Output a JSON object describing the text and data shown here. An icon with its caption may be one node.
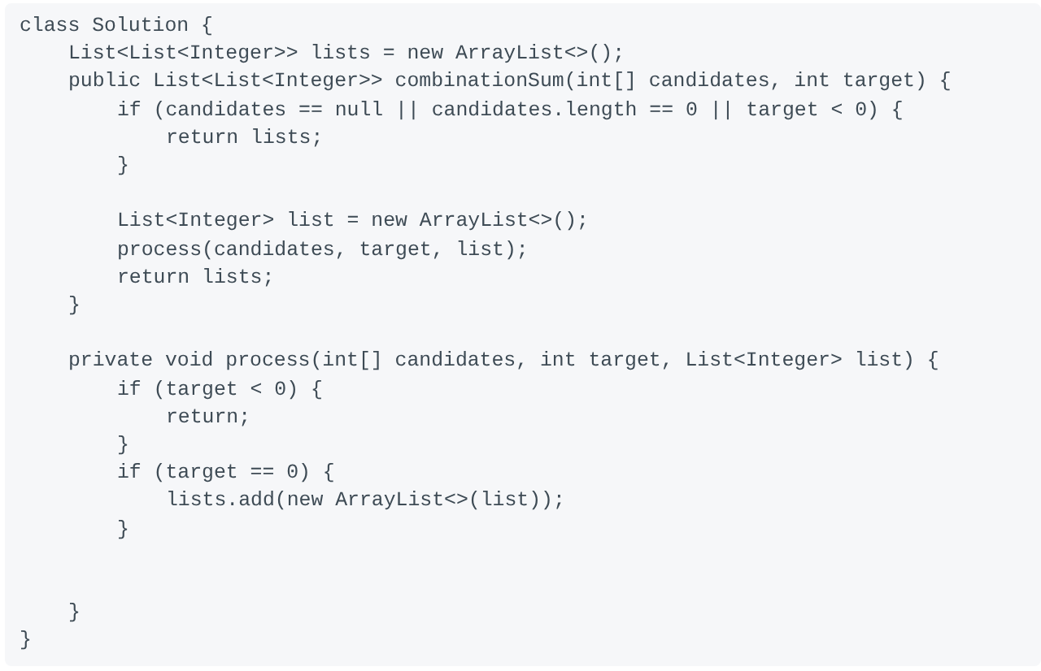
{
  "diagram": {
    "labels": [
      "class Solution {",
      "List<List<Integer>> lists = new ArrayList<>();",
      "public List<List<Integer>> combinationSum(int[] candidates, int target) {",
      "if (candidates == null || candidates.length == 0 || target < 0) {",
      "return lists;",
      "}",
      "List<Integer> list = new ArrayList<>();",
      "process(candidates, target, list);",
      "return lists;",
      "}",
      "private void process(int[] candidates, int target, List<Integer> list) {",
      "if (target < 0) {",
      "return;",
      "}",
      "if (target == 0) {",
      "lists.add(new ArrayList<>(list));",
      "}",
      "}",
      "}"
    ]
  }
}
